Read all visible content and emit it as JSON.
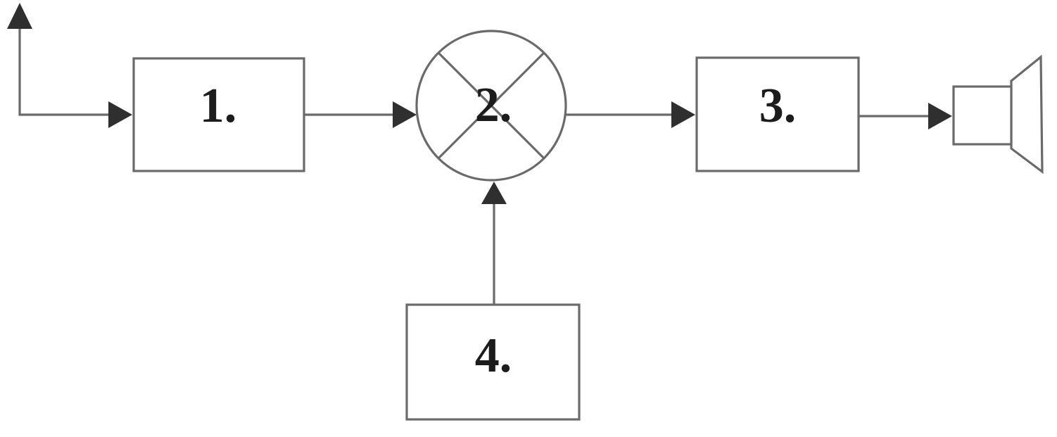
{
  "diagram": {
    "type": "block-diagram",
    "blocks": [
      {
        "label": "1.",
        "shape": "rectangle"
      },
      {
        "label": "2.",
        "shape": "circle-with-x"
      },
      {
        "label": "3.",
        "shape": "rectangle"
      },
      {
        "label": "4.",
        "shape": "rectangle"
      }
    ],
    "icons": [
      {
        "name": "antenna-icon",
        "glyph": "up-arrow"
      },
      {
        "name": "speaker-icon",
        "glyph": "loudspeaker"
      }
    ],
    "connections": [
      {
        "from": "antenna",
        "to": "block-1",
        "arrow": true
      },
      {
        "from": "block-1",
        "to": "block-2-mixer",
        "arrow": true
      },
      {
        "from": "block-2-mixer",
        "to": "block-3",
        "arrow": true
      },
      {
        "from": "block-3",
        "to": "speaker",
        "arrow": true
      },
      {
        "from": "block-4",
        "to": "block-2-mixer",
        "arrow": true
      }
    ],
    "colors": {
      "line": "#6a6a6a",
      "arrowhead": "#2f2f2f",
      "text": "#1c1c1c",
      "background": "#ffffff"
    }
  }
}
